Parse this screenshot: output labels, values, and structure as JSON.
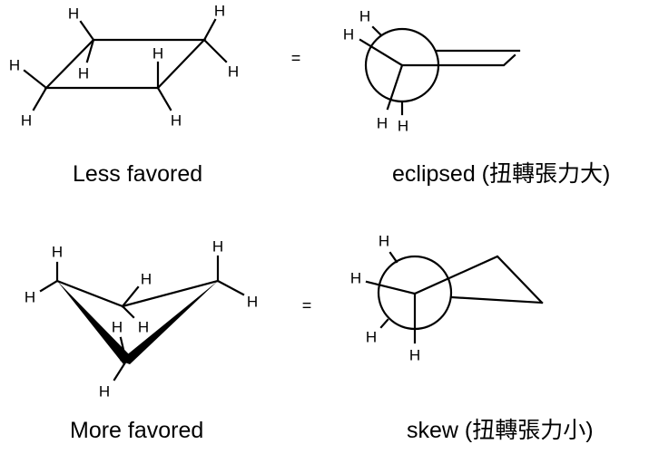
{
  "atom_label": "H",
  "equals": "=",
  "top_row": {
    "left_caption": "Less favored",
    "right_caption": "eclipsed (扭轉張力大)"
  },
  "bottom_row": {
    "left_caption": "More favored",
    "right_caption": "skew (扭轉張力小)"
  }
}
